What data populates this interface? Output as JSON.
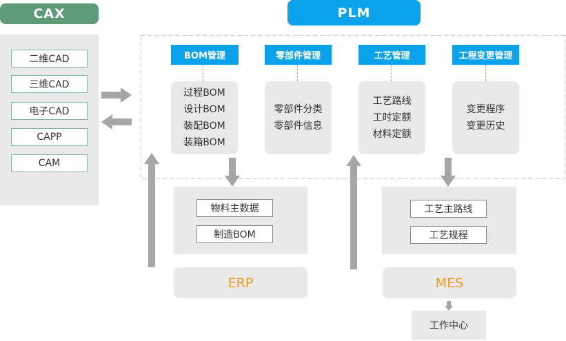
{
  "cax": {
    "title": "CAX",
    "items": [
      "二维CAD",
      "三维CAD",
      "电子CAD",
      "CAPP",
      "CAM"
    ]
  },
  "plm": {
    "title": "PLM",
    "modules": [
      {
        "tag": "BOM管理",
        "items": [
          "过程BOM",
          "设计BOM",
          "装配BOM",
          "装箱BOM"
        ]
      },
      {
        "tag": "零部件管理",
        "items": [
          "零部件分类",
          "零部件信息"
        ]
      },
      {
        "tag": "工艺管理",
        "items": [
          "工艺路线",
          "工时定额",
          "材料定额"
        ]
      },
      {
        "tag": "工程变更管理",
        "items": [
          "变更程序",
          "变更历史"
        ]
      }
    ]
  },
  "erp": {
    "label": "ERP",
    "items": [
      "物料主数据",
      "制造BOM"
    ]
  },
  "mes": {
    "label": "MES",
    "items": [
      "工艺主路线",
      "工艺规程"
    ],
    "sub": "工作中心"
  },
  "colors": {
    "cax_green": "#5d9c76",
    "plm_blue": "#0aa2ea",
    "erp_orange": "#f39a1e",
    "arrow_gray": "#a6a6a6"
  }
}
